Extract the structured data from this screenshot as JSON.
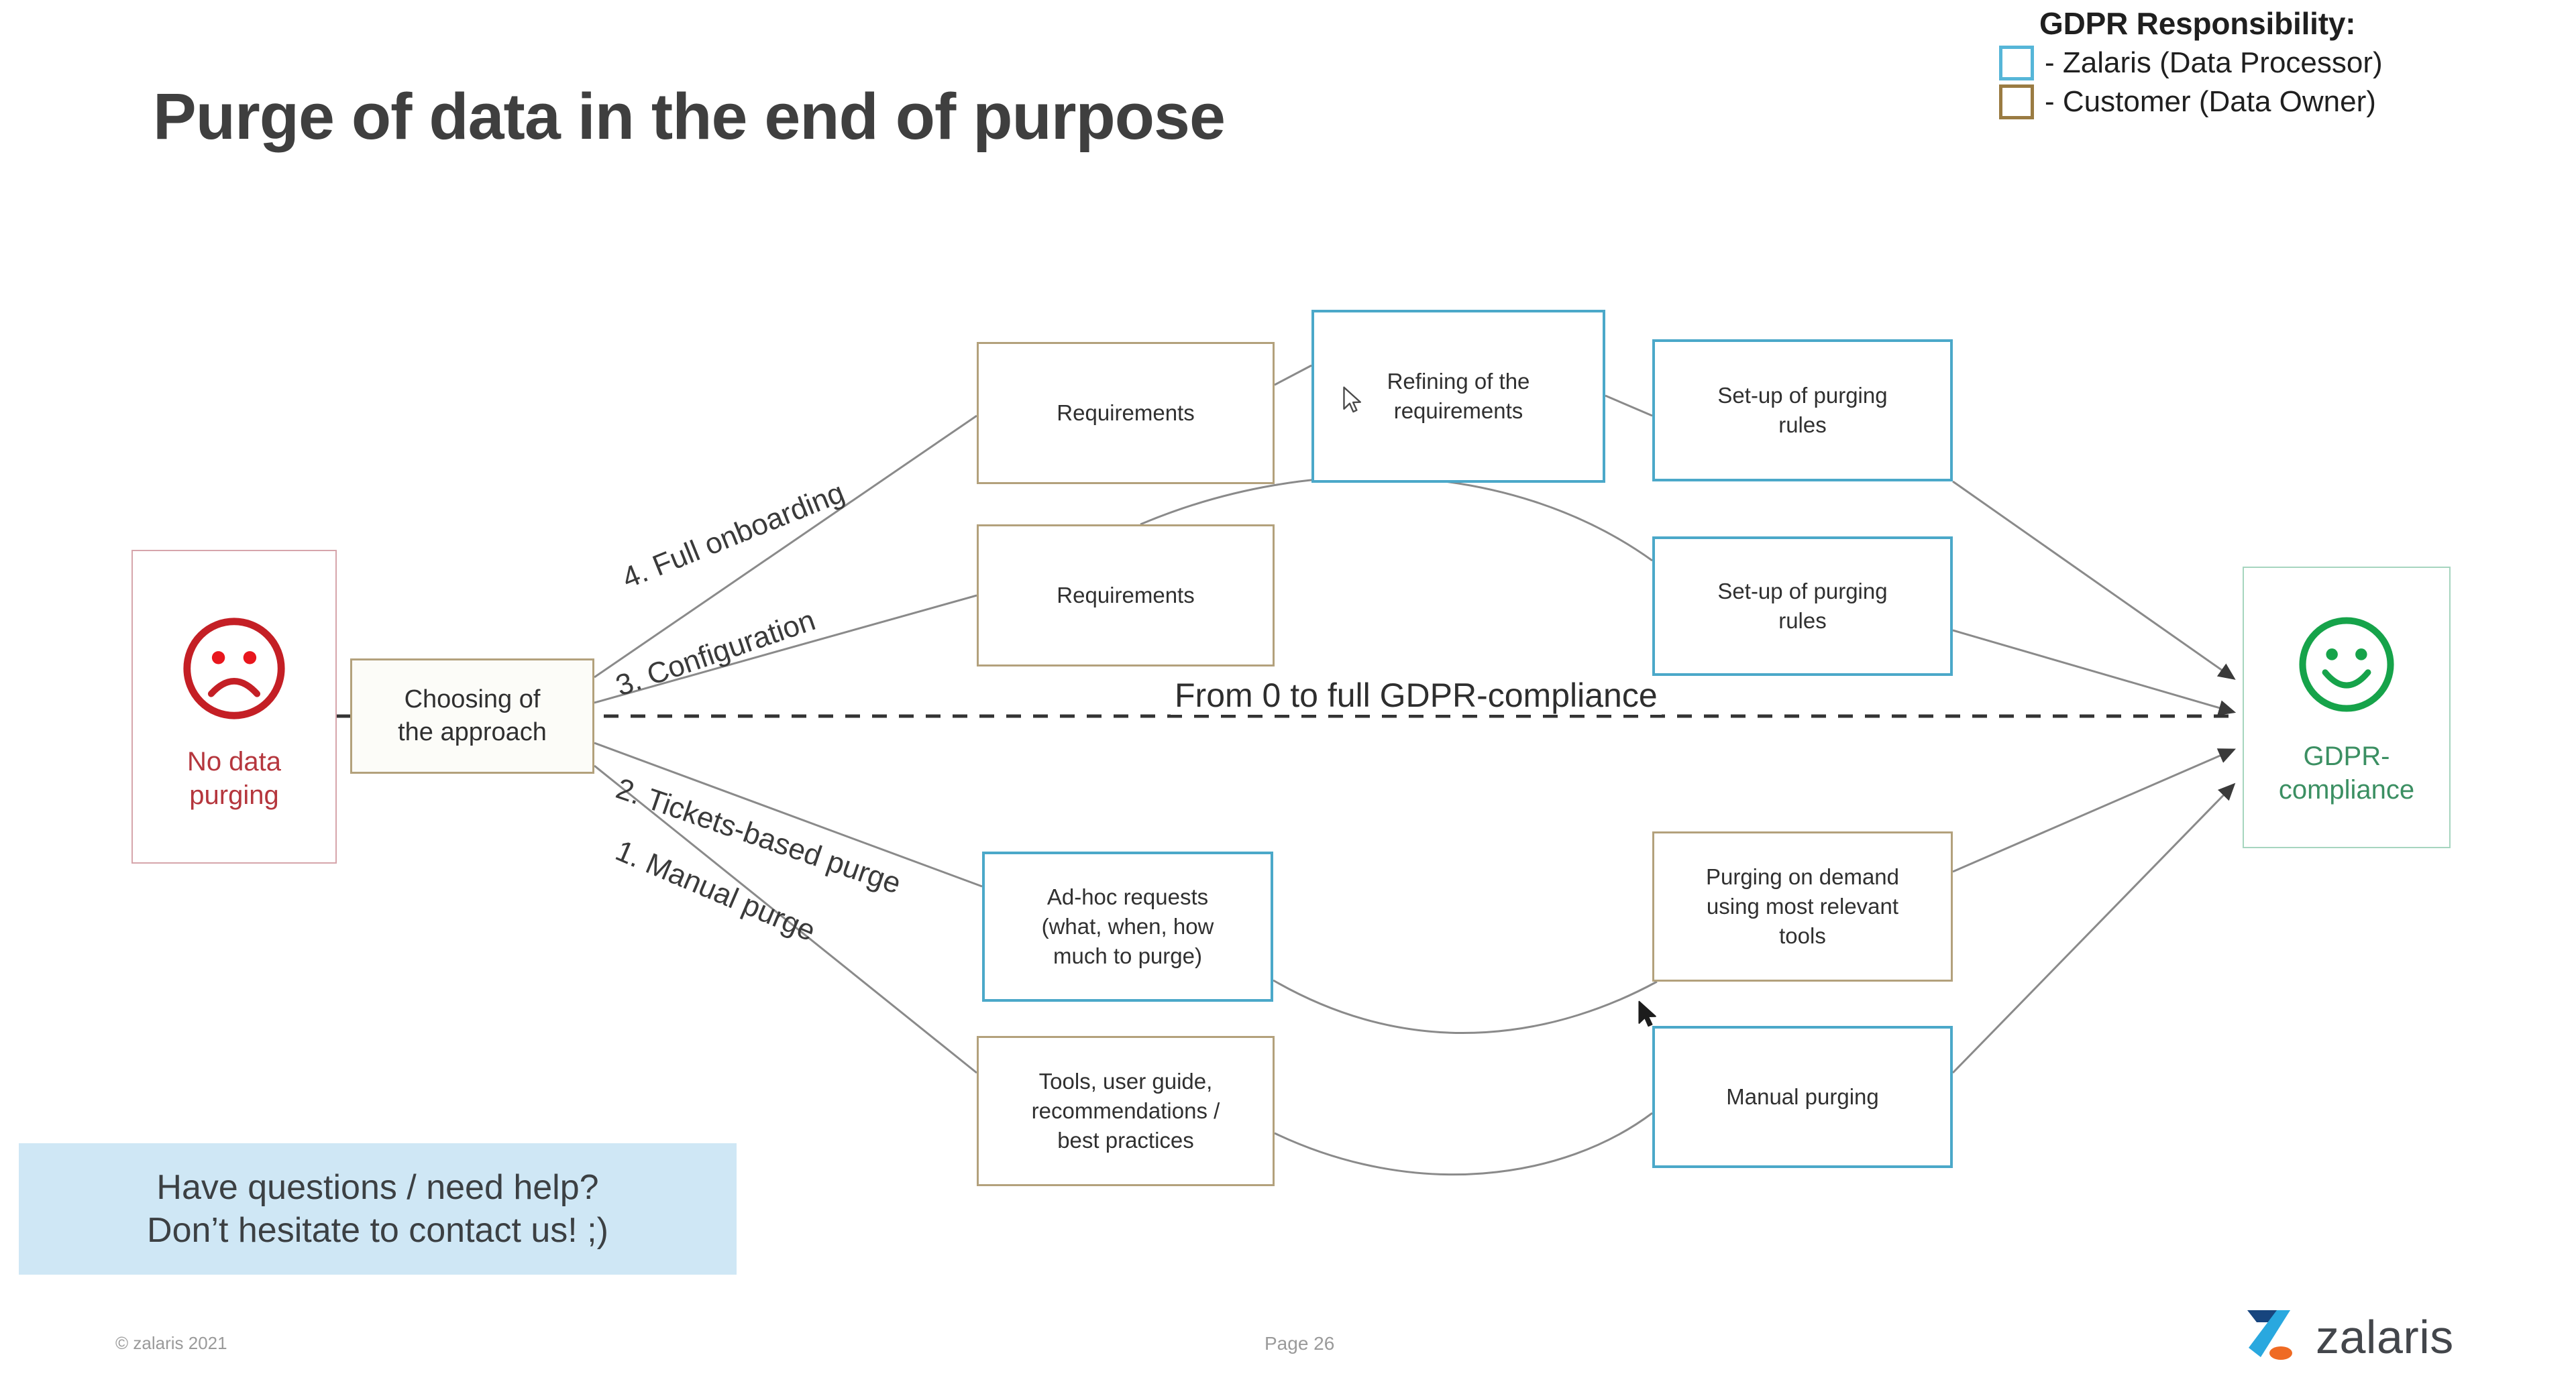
{
  "slide": {
    "title": "Purge of data in the end of purpose",
    "compliance_caption": "From 0 to full GDPR-compliance"
  },
  "legend": {
    "title": "GDPR Responsibility:",
    "items": [
      {
        "label": "- Zalaris (Data Processor)",
        "color": "#56b6d8",
        "owner": "zalaris"
      },
      {
        "label": "- Customer (Data Owner)",
        "color": "#9a7b42",
        "owner": "customer"
      }
    ]
  },
  "endpoints": {
    "start": {
      "icon": "sad-face-icon",
      "label_line1": "No data",
      "label_line2": "purging",
      "color": "#b5363d",
      "border": "#d6a5ab"
    },
    "end": {
      "icon": "happy-face-icon",
      "label_line1": "GDPR-",
      "label_line2": "compliance",
      "color": "#3b8f62",
      "border": "#a6d5bf"
    }
  },
  "decision": {
    "label_line1": "Choosing of",
    "label_line2": "the approach",
    "owner": "customer"
  },
  "approaches": [
    {
      "id": 4,
      "label": "4. Full onboarding"
    },
    {
      "id": 3,
      "label": "3. Configuration"
    },
    {
      "id": 2,
      "label": "2. Tickets-based purge"
    },
    {
      "id": 1,
      "label": "1. Manual purge"
    }
  ],
  "nodes": {
    "requirements_top": {
      "label": "Requirements",
      "owner": "customer"
    },
    "refining_requirements": {
      "label_line1": "Refining of the",
      "label_line2": "requirements",
      "owner": "zalaris"
    },
    "setup_rules_top": {
      "label_line1": "Set-up of purging",
      "label_line2": "rules",
      "owner": "zalaris"
    },
    "requirements_mid": {
      "label": "Requirements",
      "owner": "customer"
    },
    "setup_rules_mid": {
      "label_line1": "Set-up of purging",
      "label_line2": "rules",
      "owner": "zalaris"
    },
    "adhoc_requests": {
      "label_line1": "Ad-hoc requests",
      "label_line2": "(what, when, how",
      "label_line3": "much to purge)",
      "owner": "zalaris"
    },
    "purging_on_demand": {
      "label_line1": "Purging on demand",
      "label_line2": "using most relevant",
      "label_line3": "tools",
      "owner": "customer"
    },
    "tools_guide": {
      "label_line1": "Tools, user guide,",
      "label_line2": "recommendations /",
      "label_line3": "best practices",
      "owner": "customer"
    },
    "manual_purging": {
      "label": "Manual purging",
      "owner": "zalaris"
    }
  },
  "contact": {
    "line1": "Have questions / need help?",
    "line2": "Don’t hesitate to contact us! ;)",
    "background": "#cfe7f5"
  },
  "footer": {
    "copyright": "© zalaris 2021",
    "page": "Page 26",
    "brand": "zalaris"
  }
}
